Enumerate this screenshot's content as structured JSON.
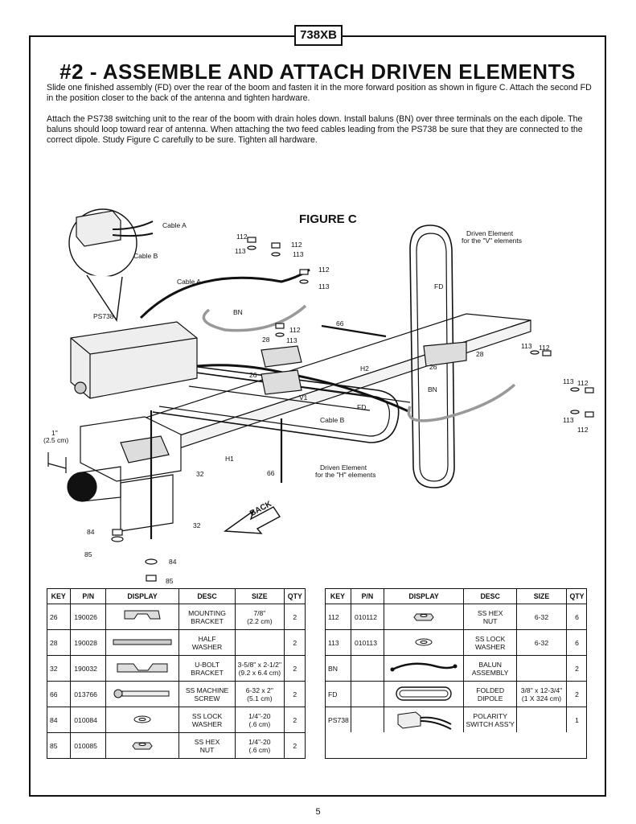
{
  "header": {
    "model_tag": "738XB",
    "title": "#2 - ASSEMBLE AND ATTACH DRIVEN ELEMENTS"
  },
  "instructions": {
    "paragraph_1": "Slide one finished assembly (FD) over the rear of the boom and fasten it in the more forward position as shown in figure C.  Attach the second FD in the position closer to the back of the antenna and tighten hardware.",
    "paragraph_2": "Attach the PS738 switching unit to the rear of the boom with drain holes down.  Install baluns (BN) over three terminals on the each dipole.  The baluns should loop toward rear of antenna.  When attaching the two feed cables leading from the PS738 be sure that they are connected to the correct dipole.  Study Figure C carefully to be sure.  Tighten all hardware."
  },
  "figure": {
    "title": "FIGURE C",
    "labels": {
      "cable_a_inset": "Cable A",
      "cable_b_inset": "Cable B",
      "cable_a": "Cable  A",
      "cable_b": "Cable  B",
      "ps738": "PS738",
      "bn_left": "BN",
      "bn_right": "BN",
      "fd_top": "FD",
      "fd_bottom": "FD",
      "driven_v_line1": "Driven Element",
      "driven_v_line2": "for the \"V\" elements",
      "driven_h_line1": "Driven Element",
      "driven_h_line2": "for the \"H\" elements",
      "h1": "H1",
      "h2": "H2",
      "v1": "V1",
      "back": "BACK",
      "spacing_line1": "1\"",
      "spacing_line2": "(2.5 cm)",
      "n112_a": "112",
      "n112_b": "112",
      "n112_c": "112",
      "n112_d": "112",
      "n112_e": "112",
      "n112_f": "112",
      "n112_g": "112",
      "n113_a": "113",
      "n113_b": "113",
      "n113_c": "113",
      "n113_d": "113",
      "n113_e": "113",
      "n113_f": "113",
      "n113_g": "113",
      "n66_a": "66",
      "n66_b": "66",
      "n28_a": "28",
      "n28_b": "28",
      "n26_a": "26",
      "n26_b": "26",
      "n32_a": "32",
      "n32_b": "32",
      "n84_a": "84",
      "n84_b": "84",
      "n85_a": "85",
      "n85_b": "85"
    }
  },
  "parts_table_left": {
    "headers": [
      "KEY",
      "P/N",
      "DISPLAY",
      "DESC",
      "SIZE",
      "QTY"
    ],
    "rows": [
      {
        "key": "26",
        "pn": "190026",
        "display": "mounting-bracket-icon",
        "desc_1": "MOUNTING",
        "desc_2": "BRACKET",
        "size_1": "7/8\"",
        "size_2": "(2.2 cm)",
        "qty": "2"
      },
      {
        "key": "28",
        "pn": "190028",
        "display": "half-washer-icon",
        "desc_1": "HALF",
        "desc_2": "WASHER",
        "size_1": "",
        "size_2": "",
        "qty": "2"
      },
      {
        "key": "32",
        "pn": "190032",
        "display": "u-bolt-bracket-icon",
        "desc_1": "U-BOLT",
        "desc_2": "BRACKET",
        "size_1": "3-5/8\" x 2-1/2\"",
        "size_2": "(9.2 x 6.4 cm)",
        "qty": "2"
      },
      {
        "key": "66",
        "pn": "013766",
        "display": "machine-screw-icon",
        "desc_1": "SS MACHINE",
        "desc_2": "SCREW",
        "size_1": "6-32 x 2\"",
        "size_2": "(5.1 cm)",
        "qty": "2"
      },
      {
        "key": "84",
        "pn": "010084",
        "display": "lock-washer-icon",
        "desc_1": "SS LOCK",
        "desc_2": "WASHER",
        "size_1": "1/4\"-20",
        "size_2": "(.6 cm)",
        "qty": "2"
      },
      {
        "key": "85",
        "pn": "010085",
        "display": "hex-nut-icon",
        "desc_1": "SS HEX",
        "desc_2": "NUT",
        "size_1": "1/4\"-20",
        "size_2": "(.6 cm)",
        "qty": "2"
      }
    ]
  },
  "parts_table_right": {
    "headers": [
      "KEY",
      "P/N",
      "DISPLAY",
      "DESC",
      "SIZE",
      "QTY"
    ],
    "rows": [
      {
        "key": "112",
        "pn": "010112",
        "display": "hex-nut-icon",
        "desc_1": "SS HEX",
        "desc_2": "NUT",
        "size_1": "6-32",
        "size_2": "",
        "qty": "6"
      },
      {
        "key": "113",
        "pn": "010113",
        "display": "lock-washer-icon",
        "desc_1": "SS LOCK",
        "desc_2": "WASHER",
        "size_1": "6-32",
        "size_2": "",
        "qty": "6"
      },
      {
        "key": "BN",
        "pn": "",
        "display": "balun-icon",
        "desc_1": "BALUN",
        "desc_2": "ASSEMBLY",
        "size_1": "",
        "size_2": "",
        "qty": "2"
      },
      {
        "key": "FD",
        "pn": "",
        "display": "folded-dipole-icon",
        "desc_1": "FOLDED",
        "desc_2": "DIPOLE",
        "size_1": "3/8\" x 12-3/4\"",
        "size_2": "(1 X 324 cm)",
        "qty": "2"
      },
      {
        "key": "PS738",
        "pn": "",
        "display": "polarity-switch-icon",
        "desc_1": "POLARITY",
        "desc_2": "SWITCH ASS'Y",
        "size_1": "",
        "size_2": "",
        "qty": "1"
      }
    ]
  },
  "footer": {
    "page_number": "5"
  }
}
